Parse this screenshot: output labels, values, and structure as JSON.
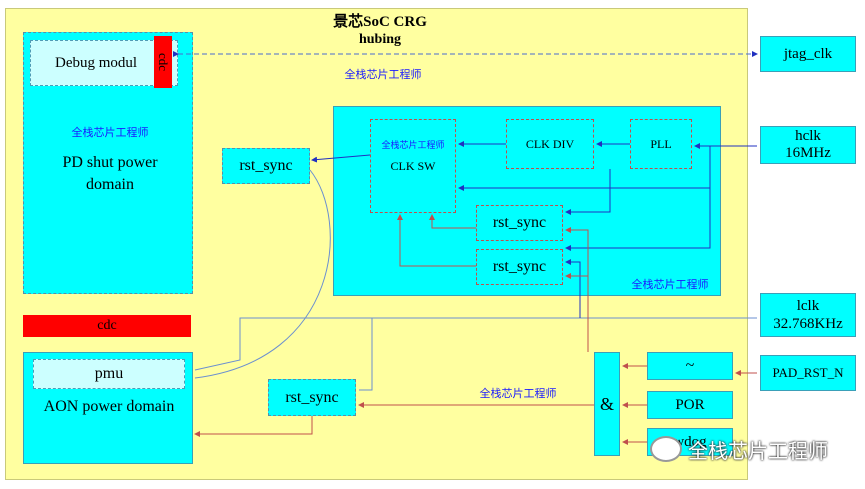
{
  "title": "景芯SoC  CRG",
  "subtitle": "hubing",
  "watermark": "全栈芯片工程师",
  "brand": "全栈芯片工程师",
  "debug_module": "Debug modul",
  "debug_cdc": "cdc",
  "pd_domain": "PD shut power domain",
  "cdc_bar": "cdc",
  "pmu": "pmu",
  "aon_domain": "AON power domain",
  "rst_sync_left": "rst_sync",
  "rst_sync_bottom": "rst_sync",
  "rst_sync_a": "rst_sync",
  "rst_sync_b": "rst_sync",
  "clk_sw": "CLK SW",
  "clk_div": "CLK DIV",
  "pll": "PLL",
  "jtag": "jtag_clk",
  "hclk": "hclk\n16MHz",
  "lclk": "lclk\n32.768KHz",
  "pad": "PAD_RST_N",
  "and_gate": "&",
  "tilde": "~",
  "por": "POR",
  "wdog": "wdog"
}
